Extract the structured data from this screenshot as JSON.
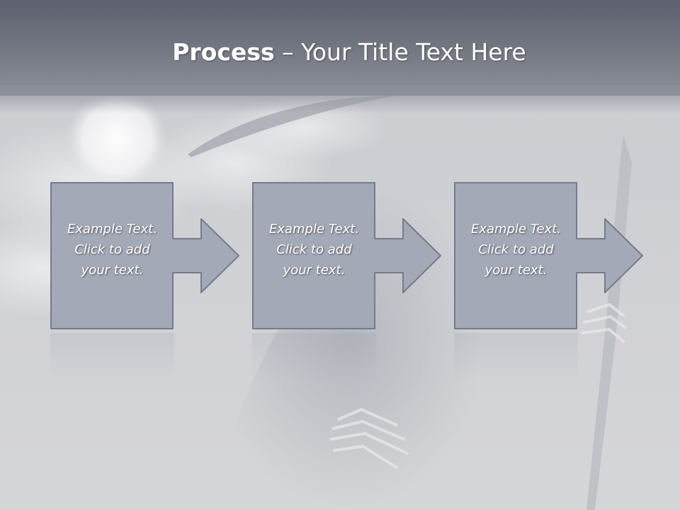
{
  "slide": {
    "title_bold": "Process",
    "title_rest": " – Your Title Text Here"
  },
  "steps": [
    {
      "text_line1": "Example Text.",
      "text_line2": "Click  to add",
      "text_line3": "your text."
    },
    {
      "text_line1": "Example Text.",
      "text_line2": "Click  to add",
      "text_line3": "your text."
    },
    {
      "text_line1": "Example Text.",
      "text_line2": "Click  to add",
      "text_line3": "your text."
    }
  ],
  "colors": {
    "title_band": "#5d6170",
    "box_fill": "#a4a9b7",
    "box_stroke": "#767b88",
    "text": "#ffffff"
  }
}
